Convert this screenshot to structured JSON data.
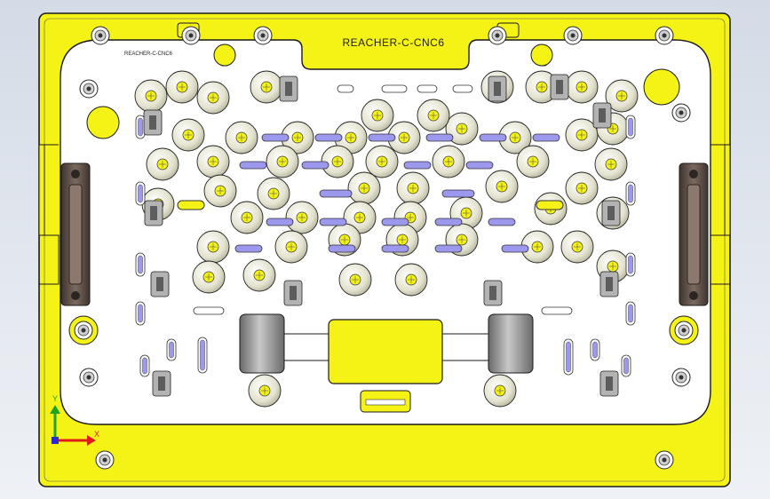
{
  "drawing": {
    "title": "REACHER-C-CNC6",
    "small_label": "REACHER-C-CNC6"
  },
  "triad": {
    "x_label": "X",
    "y_label": "Y",
    "x_color": "#e01b1b",
    "y_color": "#22a422",
    "z_color": "#2a2ad0"
  },
  "colors": {
    "base_plate": "#f5f316",
    "fixture_plate": "#ffffff",
    "handle": "#6d5a50",
    "locator_slot": "#9b98ee",
    "clamp_body": "#9d9d9d",
    "locator_cup": "#ecebd6"
  }
}
